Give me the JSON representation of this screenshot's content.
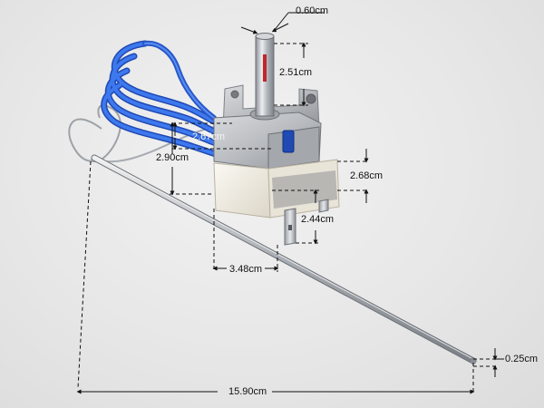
{
  "image": {
    "subject": "thermostat-with-capillary-probe",
    "colors": {
      "background": "#e6e6e6",
      "capillary": "#2b5fd6",
      "ceramic": "#f3efe6",
      "metal": "#c6c8cc",
      "shaft": "#b9bdc4",
      "dimension_line": "#111111"
    }
  },
  "dimensions": {
    "shaft_width": "0.60cm",
    "shaft_height": "2.51cm",
    "bracket_height": "2.67cm",
    "capillary_coil_height": "2.90cm",
    "body_height": "2.68cm",
    "terminal_height": "2.44cm",
    "body_width": "3.48cm",
    "probe_length": "15.90cm",
    "probe_diameter": "0.25cm"
  }
}
